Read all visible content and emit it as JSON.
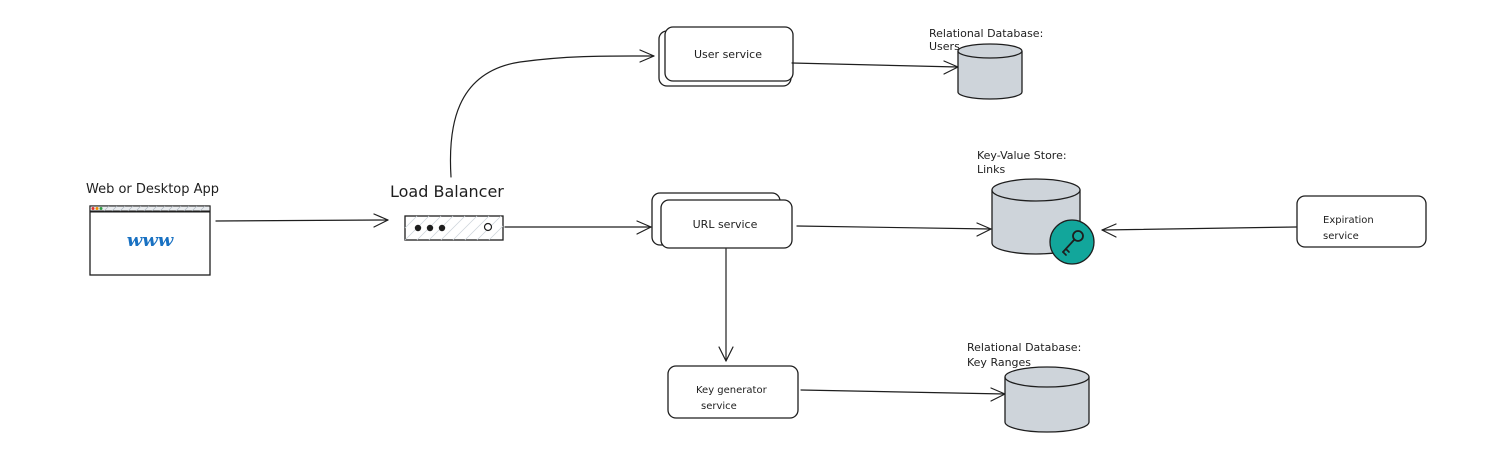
{
  "labels": {
    "client": "Web or Desktop App",
    "load_balancer": "Load Balancer",
    "user_service": "User service",
    "url_service": "URL service",
    "key_generator_line1": "Key generator",
    "key_generator_line2": "service",
    "expiration_line1": "Expiration",
    "expiration_line2": "service",
    "users_db_line1": "Relational Database:",
    "users_db_line2": "Users",
    "kv_line1": "Key-Value Store:",
    "kv_line2": "Links",
    "keyranges_db_line1": "Relational Database:",
    "keyranges_db_line2": "Key Ranges",
    "browser_text": "www"
  },
  "icons": {
    "browser": "browser-window-icon",
    "load_balancer": "load-balancer-icon",
    "key": "key-icon",
    "database": "database-icon"
  },
  "colors": {
    "stroke": "#1e1e1e",
    "database_fill": "#ced4da",
    "key_badge": "#12a69b",
    "browser_text": "#1971c2",
    "browser_dots": [
      "#e03131",
      "#f08c00",
      "#2f9e44"
    ]
  }
}
